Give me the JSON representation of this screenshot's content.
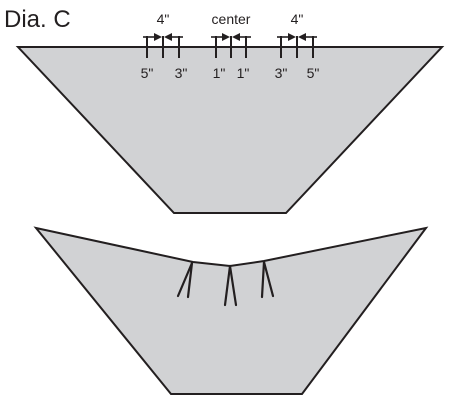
{
  "title": "Dia. C",
  "top_labels": {
    "left_spacing": "4\"",
    "center": "center",
    "right_spacing": "4\""
  },
  "bottom_labels": [
    "5\"",
    "3\"",
    "1\"",
    "1\"",
    "3\"",
    "5\""
  ],
  "colors": {
    "shape_fill": "#d1d2d4",
    "stroke": "#231f20"
  }
}
